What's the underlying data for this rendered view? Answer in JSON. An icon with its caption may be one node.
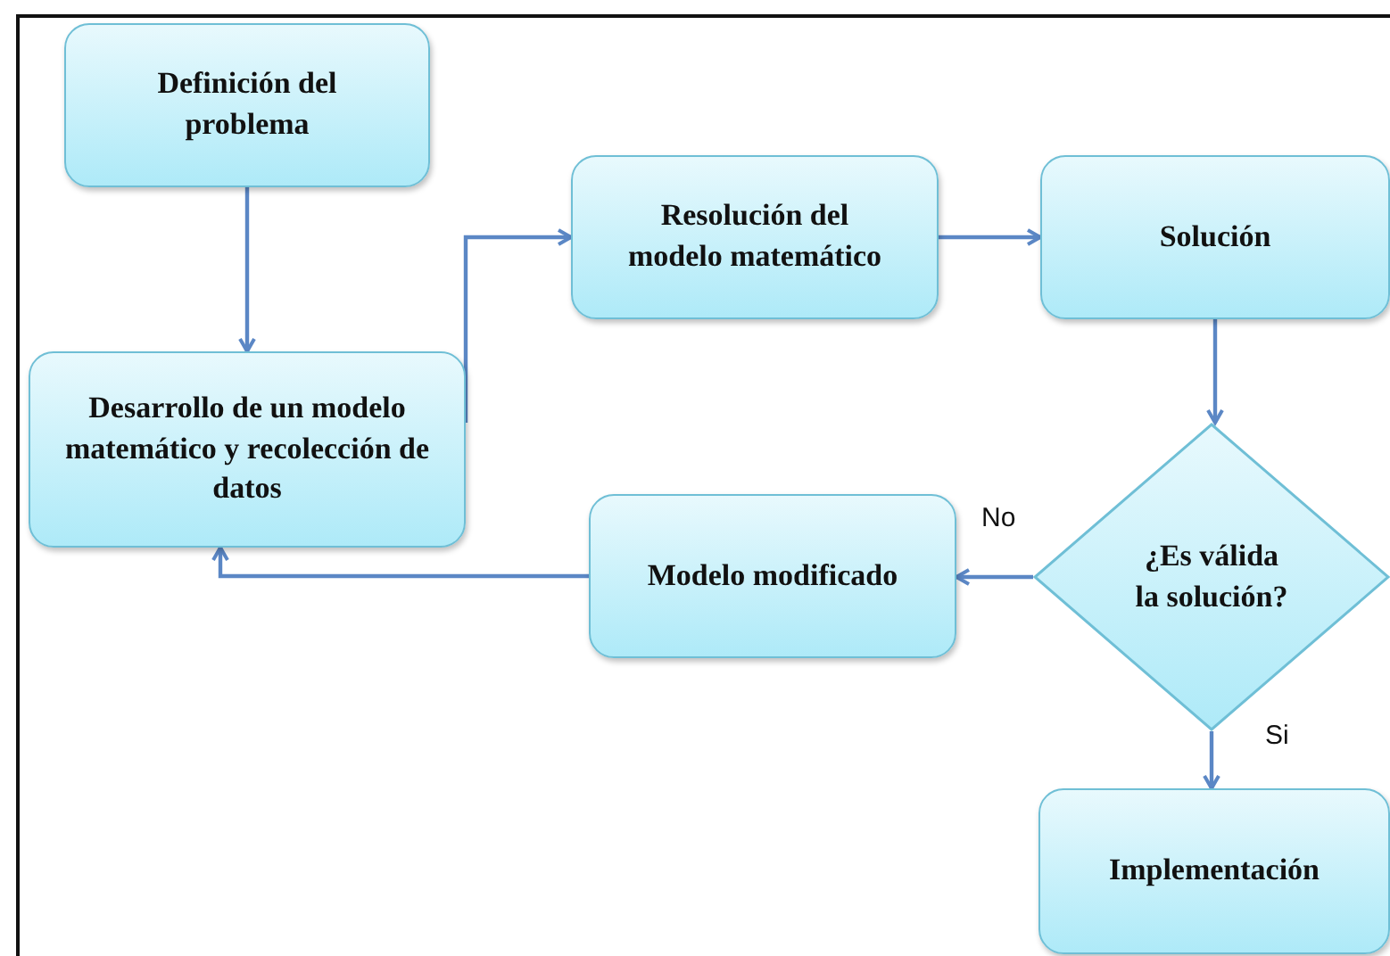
{
  "diagram": {
    "nodes": [
      {
        "text": [
          "Definición del problema"
        ]
      },
      {
        "text": [
          "Desarrollo de un modelo matemático y recolección de datos"
        ]
      },
      {
        "text": [
          "Resolución del modelo matemático"
        ]
      },
      {
        "text": [
          "Solución"
        ]
      },
      {
        "text": [
          "¿Es válida la solución?"
        ]
      },
      {
        "text": [
          "Modelo modificado"
        ]
      },
      {
        "text": [
          "Implementación"
        ]
      }
    ],
    "edges": [
      {
        "from": 0,
        "to": 1,
        "arrow": "to"
      },
      {
        "from": 1,
        "to": 2,
        "arrow": "to"
      },
      {
        "from": 2,
        "to": 3,
        "arrow": "to"
      },
      {
        "from": 3,
        "to": 4,
        "arrow": "to"
      },
      {
        "from": 4,
        "to": 5,
        "arrow": "to",
        "label": "No"
      },
      {
        "from": 5,
        "to": 1,
        "arrow": "to"
      },
      {
        "from": 4,
        "to": 6,
        "arrow": "to",
        "label": "Si"
      }
    ]
  }
}
